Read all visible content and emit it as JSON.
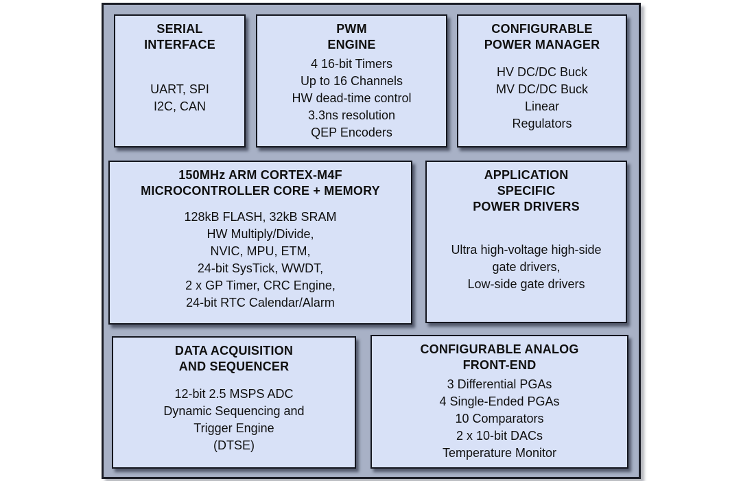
{
  "diagram": {
    "name": "Microcontroller SoC block diagram",
    "colors": {
      "page_bg": "#ffffff",
      "container_bg": "#a8b1c6",
      "block_bg": "#d8e1f7",
      "border": "#14161f",
      "text": "#101010"
    },
    "blocks": [
      {
        "id": "serial-interface",
        "title_lines": [
          "SERIAL",
          "INTERFACE"
        ],
        "body_lines": [
          "UART, SPI",
          "I2C, CAN"
        ]
      },
      {
        "id": "pwm-engine",
        "title_lines": [
          "PWM",
          "ENGINE"
        ],
        "body_lines": [
          "4 16-bit Timers",
          "Up to 16 Channels",
          "HW dead-time control",
          "3.3ns resolution",
          "QEP Encoders"
        ]
      },
      {
        "id": "configurable-power-manager",
        "title_lines": [
          "CONFIGURABLE",
          "POWER MANAGER"
        ],
        "body_lines": [
          "HV DC/DC Buck",
          "MV DC/DC Buck",
          "Linear",
          "Regulators"
        ]
      },
      {
        "id": "microcontroller-core-memory",
        "title_lines": [
          "150MHz ARM CORTEX-M4F",
          "MICROCONTROLLER CORE + MEMORY"
        ],
        "body_lines": [
          "128kB FLASH, 32kB SRAM",
          "HW Multiply/Divide,",
          "NVIC, MPU, ETM,",
          "24-bit SysTick, WWDT,",
          "2 x GP Timer, CRC Engine,",
          "24-bit RTC Calendar/Alarm"
        ]
      },
      {
        "id": "application-specific-power-drivers",
        "title_lines": [
          "APPLICATION",
          "SPECIFIC",
          "POWER DRIVERS"
        ],
        "body_lines": [
          "Ultra high-voltage high-side",
          "gate drivers,",
          "Low-side gate drivers"
        ]
      },
      {
        "id": "data-acquisition-and-sequencer",
        "title_lines": [
          "DATA ACQUISITION",
          "AND SEQUENCER"
        ],
        "body_lines": [
          "12-bit 2.5 MSPS ADC",
          "Dynamic Sequencing and",
          "Trigger Engine",
          "(DTSE)"
        ]
      },
      {
        "id": "configurable-analog-front-end",
        "title_lines": [
          "CONFIGURABLE ANALOG",
          "FRONT-END"
        ],
        "body_lines": [
          "3 Differential PGAs",
          "4 Single-Ended PGAs",
          "10 Comparators",
          "2 x 10-bit DACs",
          "Temperature Monitor"
        ]
      }
    ]
  }
}
